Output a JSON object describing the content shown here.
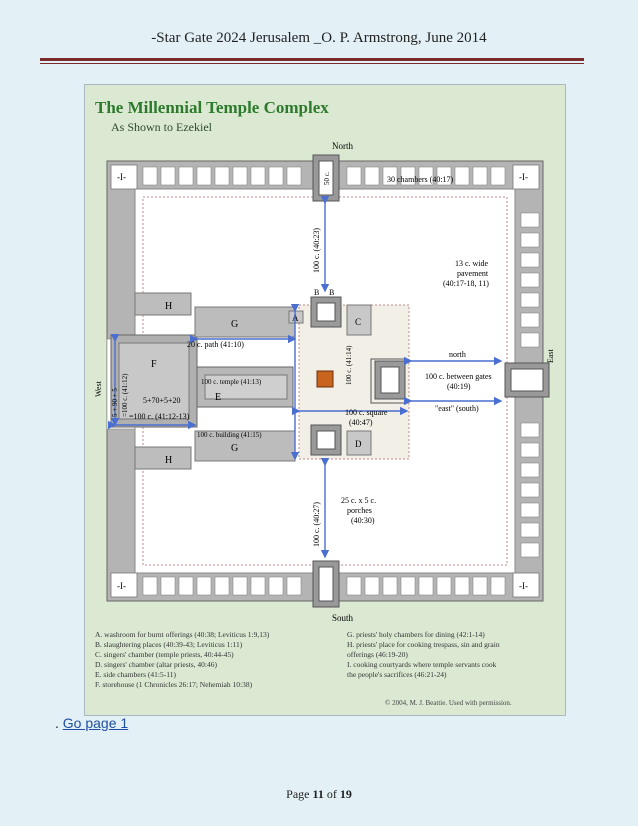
{
  "header": {
    "title": "-Star Gate 2024 Jerusalem _O. P.  Armstrong, June 2014"
  },
  "figure": {
    "title": "The Millennial Temple Complex",
    "subtitle": "As Shown to Ezekiel",
    "directions": {
      "north": "North",
      "south": "South",
      "east": "East",
      "west": "West"
    },
    "labels": {
      "fifty_c": "50 c.",
      "chambers": "30 chambers (40:17)",
      "hundred_4023": "100 c. (40:23)",
      "pavement": [
        "13 c. wide",
        "pavement",
        "(40:17-18, 11)"
      ],
      "north_small": "north",
      "between_gates": [
        "100 c. between gates",
        "(40:19)"
      ],
      "east_south": "\"east\" (south)",
      "path": "20 c. path (41:10)",
      "temple": "100 c. temple (41:13)",
      "hundred_4114": "100 c. (41:14)",
      "west_eq": [
        "5 + 90 + 5",
        "=100 c. (41:12)"
      ],
      "sum": "5+70+5+20",
      "eq_1213": "=100 c. (41:12-13)",
      "square": [
        "100 c. square",
        "(40:47)"
      ],
      "building": "100 c. building (41:15)",
      "porches": [
        "25 c. x 5 c.",
        "porches",
        "(40:30)"
      ],
      "hundred_4027": "100 c. (40:27)",
      "I": "-I-",
      "H": "H",
      "G": "G",
      "F": "F",
      "E": "E",
      "A": "A",
      "B": "B",
      "C": "C",
      "D": "D"
    },
    "legend_left": [
      "A.  washroom for burnt offerings (40:38; Leviticus 1:9,13)",
      "B.  slaughtering places (40:39-43; Leviticus 1:11)",
      "C.  singers' chamber (temple priests, 40:44-45)",
      "D.  singers' chamber (altar priests, 40:46)",
      "E.  side chambers (41:5-11)",
      "F.  storehouse (1 Chronicles 26:17; Nehemiah 10:38)"
    ],
    "legend_right": [
      "G.  priests' holy chambers for dining (42:1-14)",
      "H.  priests' place for cooking trespass, sin and grain",
      "      offerings (46:19-20)",
      "I.   cooking courtyards where temple servants cook",
      "      the people's sacrifices (46:21-24)"
    ],
    "copyright": "© 2004, M. J. Beattie.  Used with permission."
  },
  "link": {
    "prefix": ". ",
    "text": "Go page 1"
  },
  "footer": {
    "page_label": "Page",
    "page": "11",
    "of_label": "of",
    "total": "19"
  },
  "colors": {
    "header_rule": "#7a2a2a",
    "figure_bg": "#dbe9d3",
    "title_green": "#2d7a2d",
    "arrow_blue": "#4a6fd0",
    "wall_gray": "#9a9a9a",
    "altar": "#c8641e",
    "link_blue": "#1f4ea3"
  }
}
